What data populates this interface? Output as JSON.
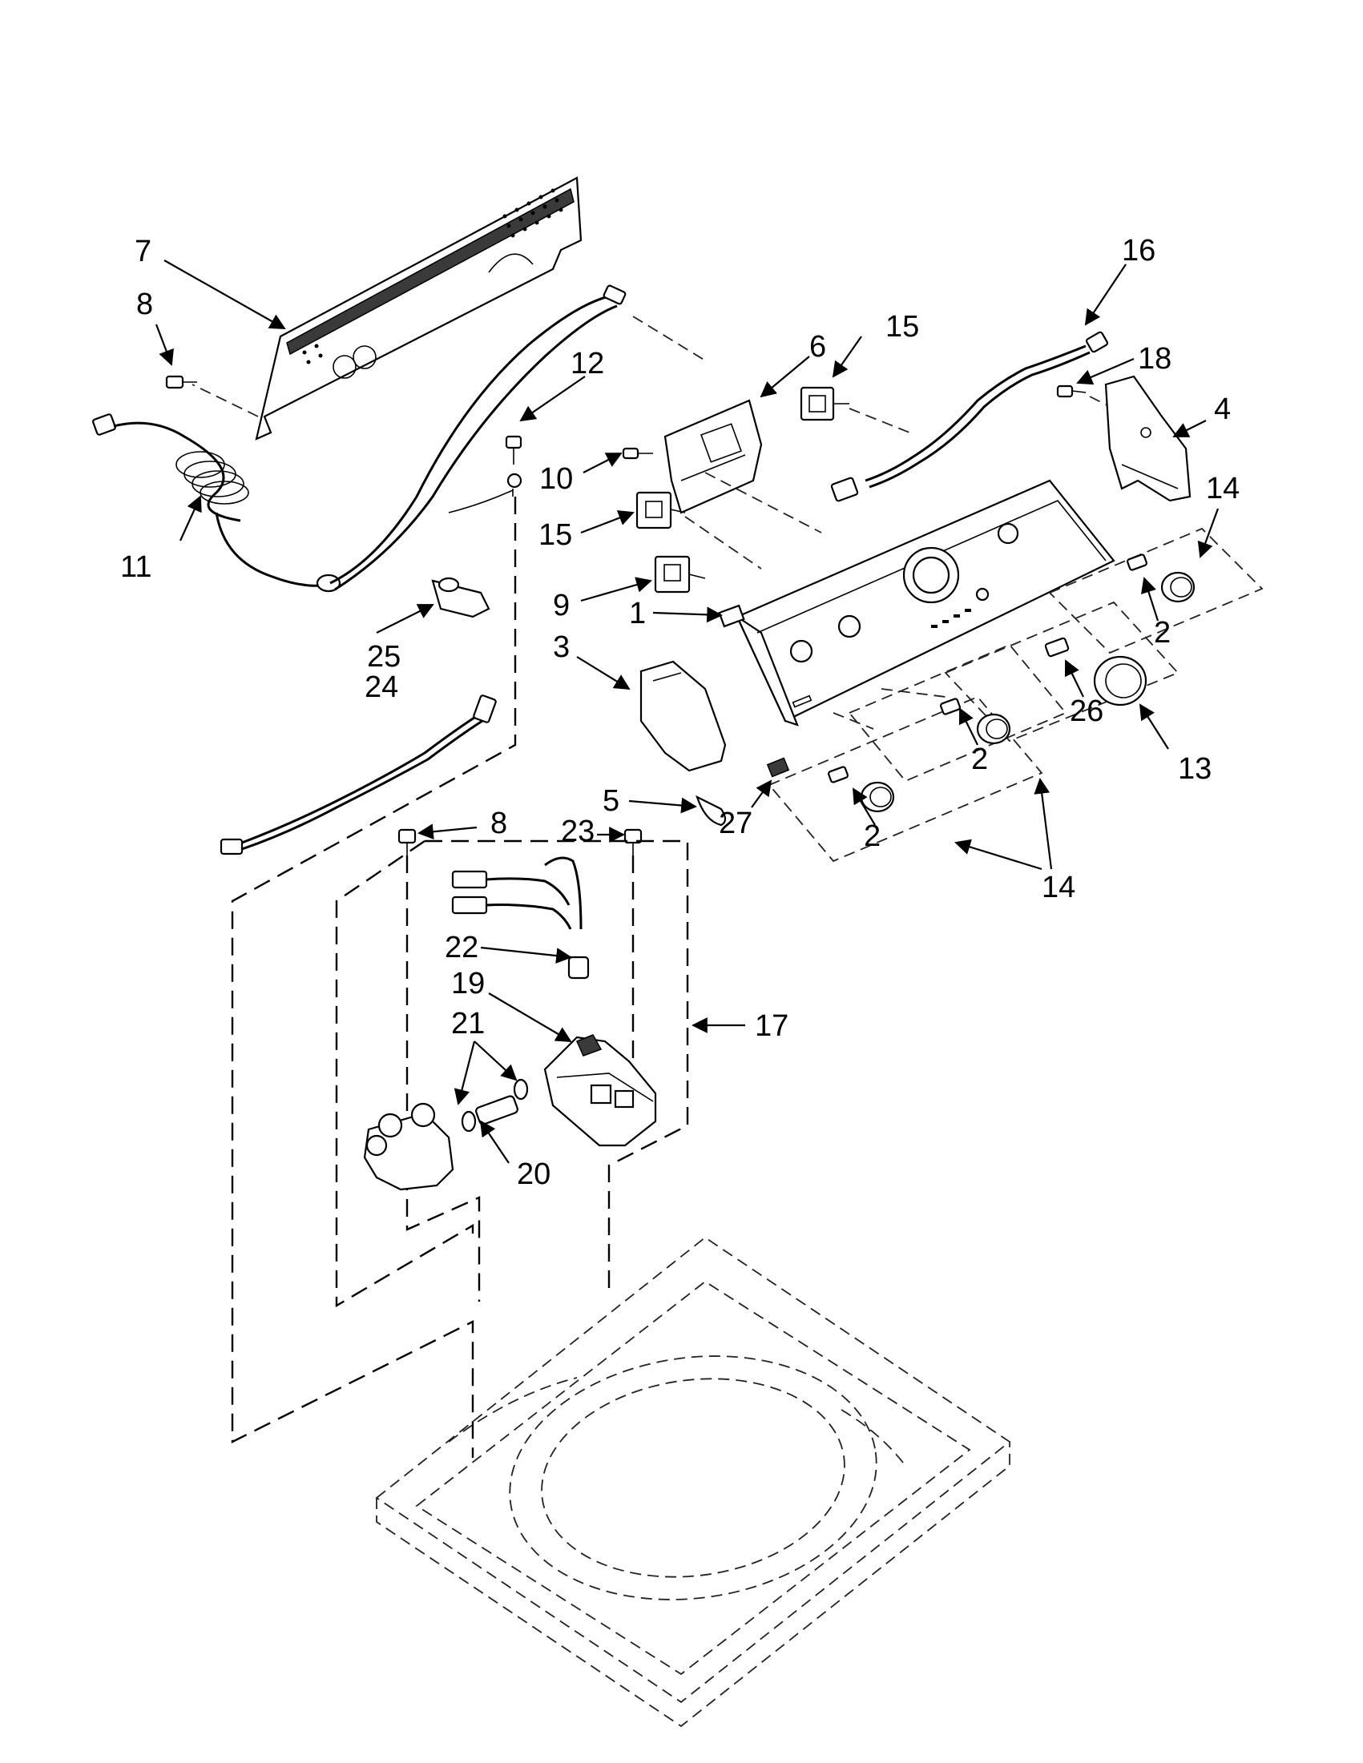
{
  "callouts": [
    {
      "id": "c1",
      "label": "1"
    },
    {
      "id": "c2a",
      "label": "2"
    },
    {
      "id": "c2b",
      "label": "2"
    },
    {
      "id": "c2c",
      "label": "2"
    },
    {
      "id": "c3",
      "label": "3"
    },
    {
      "id": "c4",
      "label": "4"
    },
    {
      "id": "c5",
      "label": "5"
    },
    {
      "id": "c6",
      "label": "6"
    },
    {
      "id": "c7",
      "label": "7"
    },
    {
      "id": "c8a",
      "label": "8"
    },
    {
      "id": "c8b",
      "label": "8"
    },
    {
      "id": "c9",
      "label": "9"
    },
    {
      "id": "c10",
      "label": "10"
    },
    {
      "id": "c11",
      "label": "11"
    },
    {
      "id": "c12",
      "label": "12"
    },
    {
      "id": "c13",
      "label": "13"
    },
    {
      "id": "c14a",
      "label": "14"
    },
    {
      "id": "c14b",
      "label": "14"
    },
    {
      "id": "c15a",
      "label": "15"
    },
    {
      "id": "c15b",
      "label": "15"
    },
    {
      "id": "c16",
      "label": "16"
    },
    {
      "id": "c17",
      "label": "17"
    },
    {
      "id": "c18",
      "label": "18"
    },
    {
      "id": "c19",
      "label": "19"
    },
    {
      "id": "c20",
      "label": "20"
    },
    {
      "id": "c21",
      "label": "21"
    },
    {
      "id": "c22",
      "label": "22"
    },
    {
      "id": "c23",
      "label": "23"
    },
    {
      "id": "c24",
      "label": "24"
    },
    {
      "id": "c25",
      "label": "25"
    },
    {
      "id": "c26",
      "label": "26"
    },
    {
      "id": "c27",
      "label": "27"
    }
  ]
}
